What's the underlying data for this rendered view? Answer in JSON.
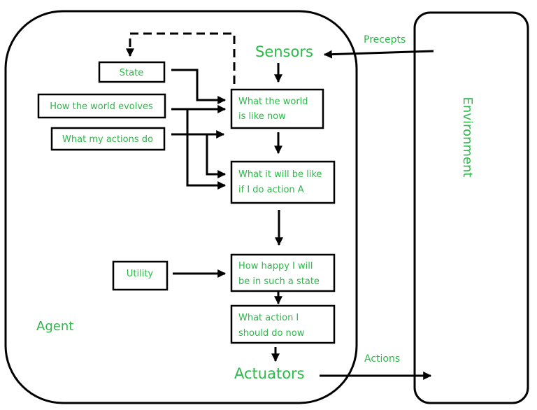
{
  "colors": {
    "label": "#2db84a",
    "stroke": "#000000",
    "background": "#ffffff"
  },
  "agent_label": "Agent",
  "environment_label": "Environment",
  "sensors_label": "Sensors",
  "actuators_label": "Actuators",
  "precepts_label": "Precepts",
  "actions_label": "Actions",
  "inputs": {
    "state": "State",
    "world_evolves": "How the world evolves",
    "my_actions": "What my actions do",
    "utility": "Utility"
  },
  "process": {
    "world_now": [
      "What the world",
      "is like now"
    ],
    "if_action": [
      "What it will be like",
      "if I do action A"
    ],
    "happiness": [
      "How happy I will",
      "be in such a state"
    ],
    "next_action": [
      "What action I",
      "should do now"
    ]
  }
}
